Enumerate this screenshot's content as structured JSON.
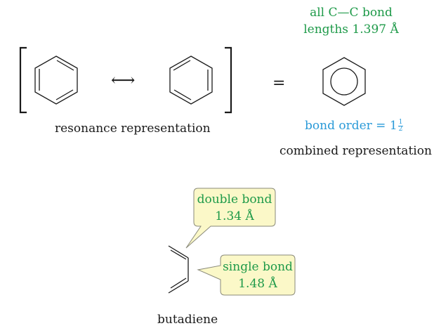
{
  "resonance": {
    "label": "resonance representation",
    "arrow_glyph": "⟷",
    "equals_glyph": "="
  },
  "combined": {
    "bond_lengths_line1": "all C—C bond",
    "bond_lengths_line2": "lengths 1.397 Å",
    "bond_order_text": "bond order = 1",
    "bond_order_frac_num": "1",
    "bond_order_frac_den": "2",
    "label": "combined representation"
  },
  "butadiene": {
    "label": "butadiene",
    "double_bond": {
      "line1": "double bond",
      "line2": "1.34 Å"
    },
    "single_bond": {
      "line1": "single bond",
      "line2": "1.48 Å"
    }
  },
  "colors": {
    "green_text": "#1e9a49",
    "blue_text": "#2a9ad8",
    "callout_fill": "#fbf8c8",
    "callout_stroke": "#8a8a7a",
    "line": "#1a1a1a"
  }
}
